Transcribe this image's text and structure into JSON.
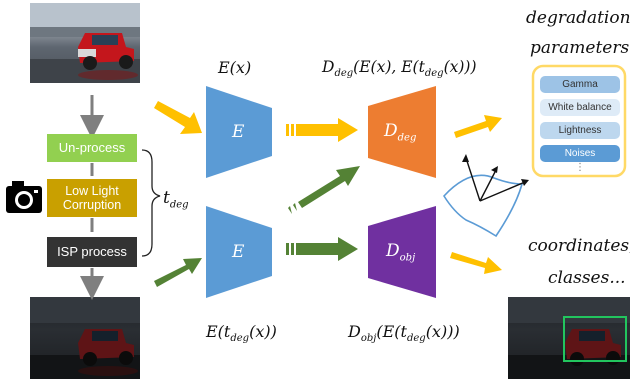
{
  "pipeline": {
    "unprocess": "Un-process",
    "lowlight_line1": "Low Light",
    "lowlight_line2": "Corruption",
    "isp": "ISP process",
    "t_deg": "t",
    "t_deg_sub": "deg"
  },
  "encoders": {
    "top_label": "E",
    "bottom_label": "E"
  },
  "formulas": {
    "top_E": "E(x)",
    "bottom_E_main": "E(t",
    "bottom_E_sub": "deg",
    "bottom_E_end": "(x))",
    "top_D_main": "D",
    "top_D_sub": "deg",
    "top_D_mid": "(E(x), E(t",
    "top_D_sub2": "deg",
    "top_D_end": "(x)))",
    "bottom_D_main": "D",
    "bottom_D_sub": "obj",
    "bottom_D_mid": "(E(t",
    "bottom_D_sub2": "deg",
    "bottom_D_end": "(x)))"
  },
  "decoders": {
    "deg_main": "D",
    "deg_sub": "deg",
    "obj_main": "D",
    "obj_sub": "obj"
  },
  "outputs": {
    "degradation_line1": "degradation",
    "degradation_line2": "parameters",
    "coords_line1": "coordinates,",
    "coords_line2": "classes..."
  },
  "parameters": [
    "Gamma",
    "White balance",
    "Lightness",
    "Noises"
  ],
  "more_marker": "⋮",
  "colors": {
    "unprocess": "#92d050",
    "lowlight": "#c9a000",
    "isp": "#333333",
    "encoder": "#5b9bd5",
    "deg_decoder": "#ed7d31",
    "obj_decoder": "#7030a0",
    "arrow_yellow": "#ffc000",
    "arrow_green": "#548235",
    "panel_border": "#ffd966"
  },
  "icons": [
    "camera-icon",
    "coordinate-axes-icon",
    "detection-box-icon"
  ]
}
